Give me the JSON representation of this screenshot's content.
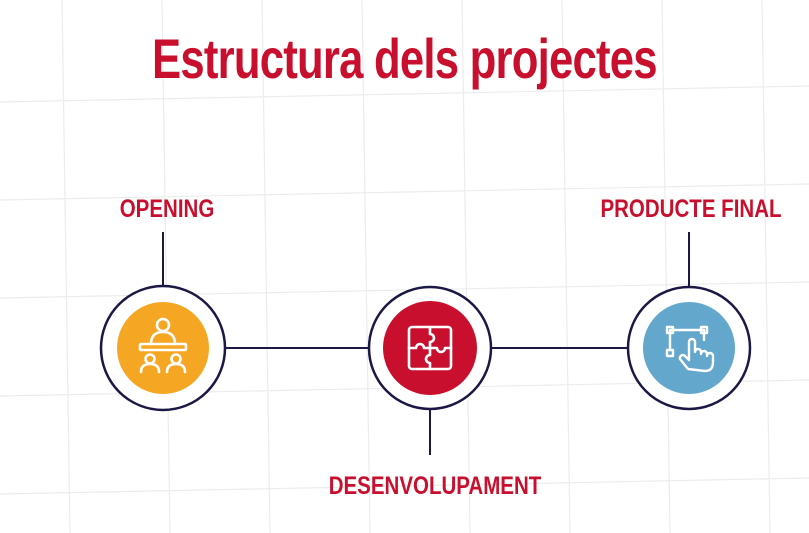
{
  "title": "Estructura dels projectes",
  "steps": [
    {
      "label": "OPENING",
      "icon": "meeting-icon",
      "color": "#f5a623"
    },
    {
      "label": "DESENVOLUPAMENT",
      "icon": "puzzle-icon",
      "color": "#c8102e"
    },
    {
      "label": "PRODUCTE FINAL",
      "icon": "hand-pointer-icon",
      "color": "#64a7cc"
    }
  ],
  "colors": {
    "title": "#c8102e",
    "labels": "#c8102e",
    "lines": "#1b1845",
    "ring": "#1b1845",
    "grid": "#ececec"
  }
}
